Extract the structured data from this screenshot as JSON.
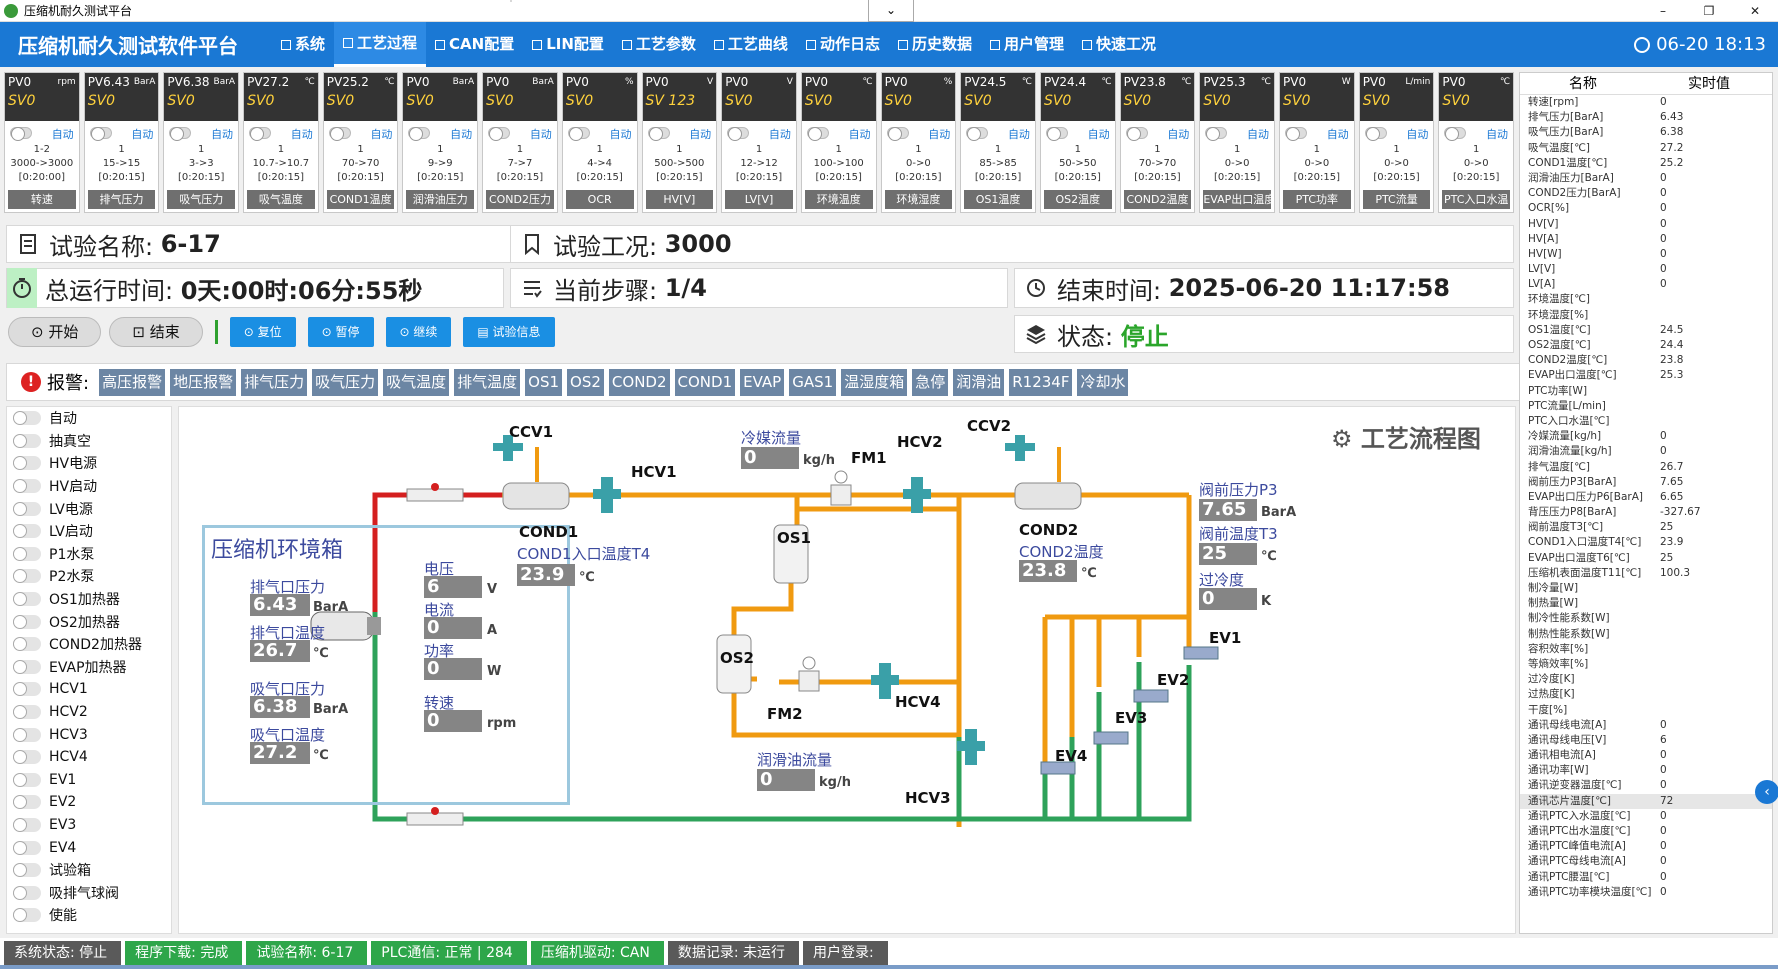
{
  "window": {
    "title": "压缩机耐久测试平台",
    "collapse": "⌄",
    "min": "–",
    "max": "❐",
    "close": "✕"
  },
  "nav": {
    "brand": "压缩机耐久测试软件平台",
    "items": [
      "系统",
      "工艺过程",
      "CAN配置",
      "LIN配置",
      "工艺参数",
      "工艺曲线",
      "动作日志",
      "历史数据",
      "用户管理",
      "快速工况"
    ],
    "active_index": 1,
    "datetime": "06-20 18:13"
  },
  "gauges": [
    {
      "pv": "PV0",
      "unit": "rpm",
      "sv": "SV0",
      "auto": "自动",
      "l1": "1-2",
      "l2": "3000->3000",
      "l3": "[0:20:00]",
      "label": "转速"
    },
    {
      "pv": "PV6.43",
      "unit": "BarA",
      "sv": "SV0",
      "auto": "自动",
      "l1": "1",
      "l2": "15->15",
      "l3": "[0:20:15]",
      "label": "排气压力"
    },
    {
      "pv": "PV6.38",
      "unit": "BarA",
      "sv": "SV0",
      "auto": "自动",
      "l1": "1",
      "l2": "3->3",
      "l3": "[0:20:15]",
      "label": "吸气压力"
    },
    {
      "pv": "PV27.2",
      "unit": "℃",
      "sv": "SV0",
      "auto": "自动",
      "l1": "1",
      "l2": "10.7->10.7",
      "l3": "[0:20:15]",
      "label": "吸气温度"
    },
    {
      "pv": "PV25.2",
      "unit": "℃",
      "sv": "SV0",
      "auto": "自动",
      "l1": "1",
      "l2": "70->70",
      "l3": "[0:20:15]",
      "label": "COND1温度"
    },
    {
      "pv": "PV0",
      "unit": "BarA",
      "sv": "SV0",
      "auto": "自动",
      "l1": "1",
      "l2": "9->9",
      "l3": "[0:20:15]",
      "label": "润滑油压力"
    },
    {
      "pv": "PV0",
      "unit": "BarA",
      "sv": "SV0",
      "auto": "自动",
      "l1": "1",
      "l2": "7->7",
      "l3": "[0:20:15]",
      "label": "COND2压力"
    },
    {
      "pv": "PV0",
      "unit": "%",
      "sv": "SV0",
      "auto": "自动",
      "l1": "1",
      "l2": "4->4",
      "l3": "[0:20:15]",
      "label": "OCR"
    },
    {
      "pv": "PV0",
      "unit": "V",
      "sv": "SV 123",
      "auto": "自动",
      "l1": "1",
      "l2": "500->500",
      "l3": "[0:20:15]",
      "label": "HV[V]"
    },
    {
      "pv": "PV0",
      "unit": "V",
      "sv": "SV0",
      "auto": "自动",
      "l1": "1",
      "l2": "12->12",
      "l3": "[0:20:15]",
      "label": "LV[V]"
    },
    {
      "pv": "PV0",
      "unit": "℃",
      "sv": "SV0",
      "auto": "自动",
      "l1": "1",
      "l2": "100->100",
      "l3": "[0:20:15]",
      "label": "环境温度"
    },
    {
      "pv": "PV0",
      "unit": "%",
      "sv": "SV0",
      "auto": "自动",
      "l1": "1",
      "l2": "0->0",
      "l3": "[0:20:15]",
      "label": "环境湿度"
    },
    {
      "pv": "PV24.5",
      "unit": "℃",
      "sv": "SV0",
      "auto": "自动",
      "l1": "1",
      "l2": "85->85",
      "l3": "[0:20:15]",
      "label": "OS1温度"
    },
    {
      "pv": "PV24.4",
      "unit": "℃",
      "sv": "SV0",
      "auto": "自动",
      "l1": "1",
      "l2": "50->50",
      "l3": "[0:20:15]",
      "label": "OS2温度"
    },
    {
      "pv": "PV23.8",
      "unit": "℃",
      "sv": "SV0",
      "auto": "自动",
      "l1": "1",
      "l2": "70->70",
      "l3": "[0:20:15]",
      "label": "COND2温度"
    },
    {
      "pv": "PV25.3",
      "unit": "℃",
      "sv": "SV0",
      "auto": "自动",
      "l1": "1",
      "l2": "0->0",
      "l3": "[0:20:15]",
      "label": "EVAP出口温度"
    },
    {
      "pv": "PV0",
      "unit": "W",
      "sv": "SV0",
      "auto": "自动",
      "l1": "1",
      "l2": "0->0",
      "l3": "[0:20:15]",
      "label": "PTC功率"
    },
    {
      "pv": "PV0",
      "unit": "L/min",
      "sv": "SV0",
      "auto": "自动",
      "l1": "1",
      "l2": "0->0",
      "l3": "[0:20:15]",
      "label": "PTC流量"
    },
    {
      "pv": "PV0",
      "unit": "℃",
      "sv": "SV0",
      "auto": "自动",
      "l1": "1",
      "l2": "0->0",
      "l3": "[0:20:15]",
      "label": "PTC入口水温"
    }
  ],
  "info": {
    "test_name_label": "试验名称:",
    "test_name": "6-17",
    "condition_label": "试验工况:",
    "condition": "3000",
    "runtime_label": "总运行时间:",
    "runtime": "0天:00时:06分:55秒",
    "step_label": "当前步骤:",
    "step": "1/4",
    "end_label": "结束时间:",
    "end_time": "2025-06-20 11:17:58",
    "state_label": "状态:",
    "state": "停止"
  },
  "controls": {
    "start": "开始",
    "stop": "结束",
    "reset": "复位",
    "pause": "暂停",
    "resume": "继续",
    "test_info": "试验信息"
  },
  "alarms": {
    "label": "报警:",
    "items": [
      "高压报警",
      "地压报警",
      "排气压力",
      "吸气压力",
      "吸气温度",
      "排气温度",
      "OS1",
      "OS2",
      "COND2",
      "COND1",
      "EVAP",
      "GAS1",
      "温湿度箱",
      "急停",
      "润滑油",
      "R1234F",
      "冷却水"
    ]
  },
  "switches": [
    "自动",
    "抽真空",
    "HV电源",
    "HV启动",
    "LV电源",
    "LV启动",
    "P1水泵",
    "P2水泵",
    "OS1加热器",
    "OS2加热器",
    "COND2加热器",
    "EVAP加热器",
    "HCV1",
    "HCV2",
    "HCV3",
    "HCV4",
    "EV1",
    "EV2",
    "EV3",
    "EV4",
    "试验箱",
    "吸排气球阀",
    "使能"
  ],
  "diagram": {
    "title": "工艺流程图",
    "env_title": "压缩机环境箱",
    "labels": {
      "ccv1": "CCV1",
      "hcv1": "HCV1",
      "cond1": "COND1",
      "refrigerant_flow": "冷媒流量",
      "fm1": "FM1",
      "hcv2": "HCV2",
      "ccv2": "CCV2",
      "os1": "OS1",
      "os2": "OS2",
      "cond2": "COND2",
      "fm2": "FM2",
      "hcv4": "HCV4",
      "hcv3": "HCV3",
      "oil_flow": "润滑油流量",
      "ev1": "EV1",
      "ev2": "EV2",
      "ev3": "EV3",
      "ev4": "EV4"
    },
    "values": {
      "cond1_in_temp_label": "COND1入口温度T4",
      "cond1_in_temp": "23.9",
      "cond1_in_temp_unit": "℃",
      "refrigerant_flow": "0",
      "refrigerant_flow_unit": "kg/h",
      "cond2_temp_label": "COND2温度",
      "cond2_temp": "23.8",
      "cond2_temp_unit": "℃",
      "valve_p3_label": "阀前压力P3",
      "valve_p3": "7.65",
      "valve_p3_unit": "BarA",
      "valve_t3_label": "阀前温度T3",
      "valve_t3": "25",
      "valve_t3_unit": "℃",
      "subcool_label": "过冷度",
      "subcool": "0",
      "subcool_unit": "K",
      "oil_flow": "0",
      "oil_flow_unit": "kg/h",
      "dis_p_label": "排气口压力",
      "dis_p": "6.43",
      "dis_p_unit": "BarA",
      "dis_t_label": "排气口温度",
      "dis_t": "26.7",
      "dis_t_unit": "℃",
      "suc_p_label": "吸气口压力",
      "suc_p": "6.38",
      "suc_p_unit": "BarA",
      "suc_t_label": "吸气口温度",
      "suc_t": "27.2",
      "suc_t_unit": "℃",
      "volt_label": "电压",
      "volt": "6",
      "volt_unit": "V",
      "curr_label": "电流",
      "curr": "0",
      "curr_unit": "A",
      "power_label": "功率",
      "power": "0",
      "power_unit": "W",
      "speed_label": "转速",
      "speed": "0",
      "speed_unit": "rpm"
    }
  },
  "realtime": {
    "header": [
      "名称",
      "实时值"
    ],
    "rows": [
      [
        "转速[rpm]",
        "0"
      ],
      [
        "排气压力[BarA]",
        "6.43"
      ],
      [
        "吸气压力[BarA]",
        "6.38"
      ],
      [
        "吸气温度[℃]",
        "27.2"
      ],
      [
        "COND1温度[℃]",
        "25.2"
      ],
      [
        "润滑油压力[BarA]",
        "0"
      ],
      [
        "COND2压力[BarA]",
        "0"
      ],
      [
        "OCR[%]",
        "0"
      ],
      [
        "HV[V]",
        "0"
      ],
      [
        "HV[A]",
        "0"
      ],
      [
        "HV[W]",
        "0"
      ],
      [
        "LV[V]",
        "0"
      ],
      [
        "LV[A]",
        "0"
      ],
      [
        "环境温度[℃]",
        ""
      ],
      [
        "环境湿度[%]",
        ""
      ],
      [
        "OS1温度[℃]",
        "24.5"
      ],
      [
        "OS2温度[℃]",
        "24.4"
      ],
      [
        "COND2温度[℃]",
        "23.8"
      ],
      [
        "EVAP出口温度[℃]",
        "25.3"
      ],
      [
        "PTC功率[W]",
        ""
      ],
      [
        "PTC流量[L/min]",
        ""
      ],
      [
        "PTC入口水温[℃]",
        ""
      ],
      [
        "冷媒流量[kg/h]",
        "0"
      ],
      [
        "润滑油流量[kg/h]",
        "0"
      ],
      [
        "排气温度[℃]",
        "26.7"
      ],
      [
        "阀前压力P3[BarA]",
        "7.65"
      ],
      [
        "EVAP出口压力P6[BarA]",
        "6.65"
      ],
      [
        "背压压力P8[BarA]",
        "-327.67"
      ],
      [
        "阀前温度T3[℃]",
        "25"
      ],
      [
        "COND1入口温度T4[℃]",
        "23.9"
      ],
      [
        "EVAP出口温度T6[℃]",
        "25"
      ],
      [
        "压缩机表面温度T11[℃]",
        "100.3"
      ],
      [
        "制冷量[W]",
        ""
      ],
      [
        "制热量[W]",
        ""
      ],
      [
        "制冷性能系数[W]",
        ""
      ],
      [
        "制热性能系数[W]",
        ""
      ],
      [
        "容积效率[%]",
        ""
      ],
      [
        "等熵效率[%]",
        ""
      ],
      [
        "过冷度[K]",
        ""
      ],
      [
        "过热度[K]",
        ""
      ],
      [
        "干度[%]",
        ""
      ],
      [
        "通讯母线电流[A]",
        "0"
      ],
      [
        "通讯母线电压[V]",
        "6"
      ],
      [
        "通讯相电流[A]",
        "0"
      ],
      [
        "通讯功率[W]",
        "0"
      ],
      [
        "通讯逆变器温度[℃]",
        "0"
      ],
      [
        "通讯芯片温度[℃]",
        "72"
      ],
      [
        "通讯PTC入水温度[℃]",
        "0"
      ],
      [
        "通讯PTC出水温度[℃]",
        "0"
      ],
      [
        "通讯PTC峰值电流[A]",
        "0"
      ],
      [
        "通讯PTC母线电流[A]",
        "0"
      ],
      [
        "通讯PTC腰温[℃]",
        "0"
      ],
      [
        "通讯PTC功率模块温度[℃]",
        "0"
      ]
    ],
    "highlight_index": 46
  },
  "statusbar": {
    "items": [
      "系统状态: 停止",
      "程序下载: 完成",
      "试验名称: 6-17",
      "PLC通信: 正常 | 284",
      "压缩机驱动: CAN",
      "数据记录: 未运行",
      "用户登录:"
    ]
  },
  "colors": {
    "nav": "#1a78d4",
    "pipe_red": "#d41f1f",
    "pipe_orange": "#f09a10",
    "pipe_green": "#2ea25a",
    "status_green": "#2ea64a",
    "state_green": "#2aa52a"
  }
}
